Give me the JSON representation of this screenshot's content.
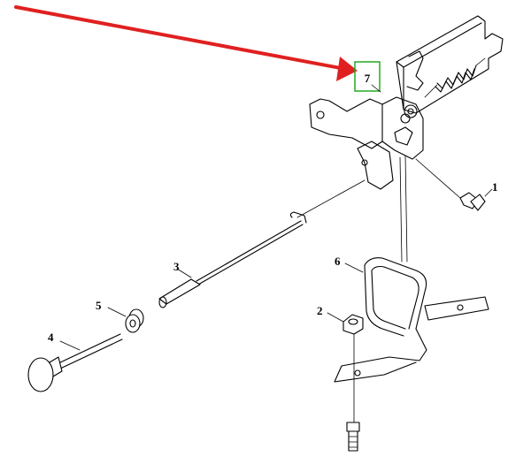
{
  "diagram": {
    "callouts": [
      "1",
      "2",
      "3",
      "4",
      "5",
      "6",
      "7"
    ],
    "highlight_label": "7",
    "arrow_color": "#e02020",
    "highlight_color": "#22aa22"
  }
}
